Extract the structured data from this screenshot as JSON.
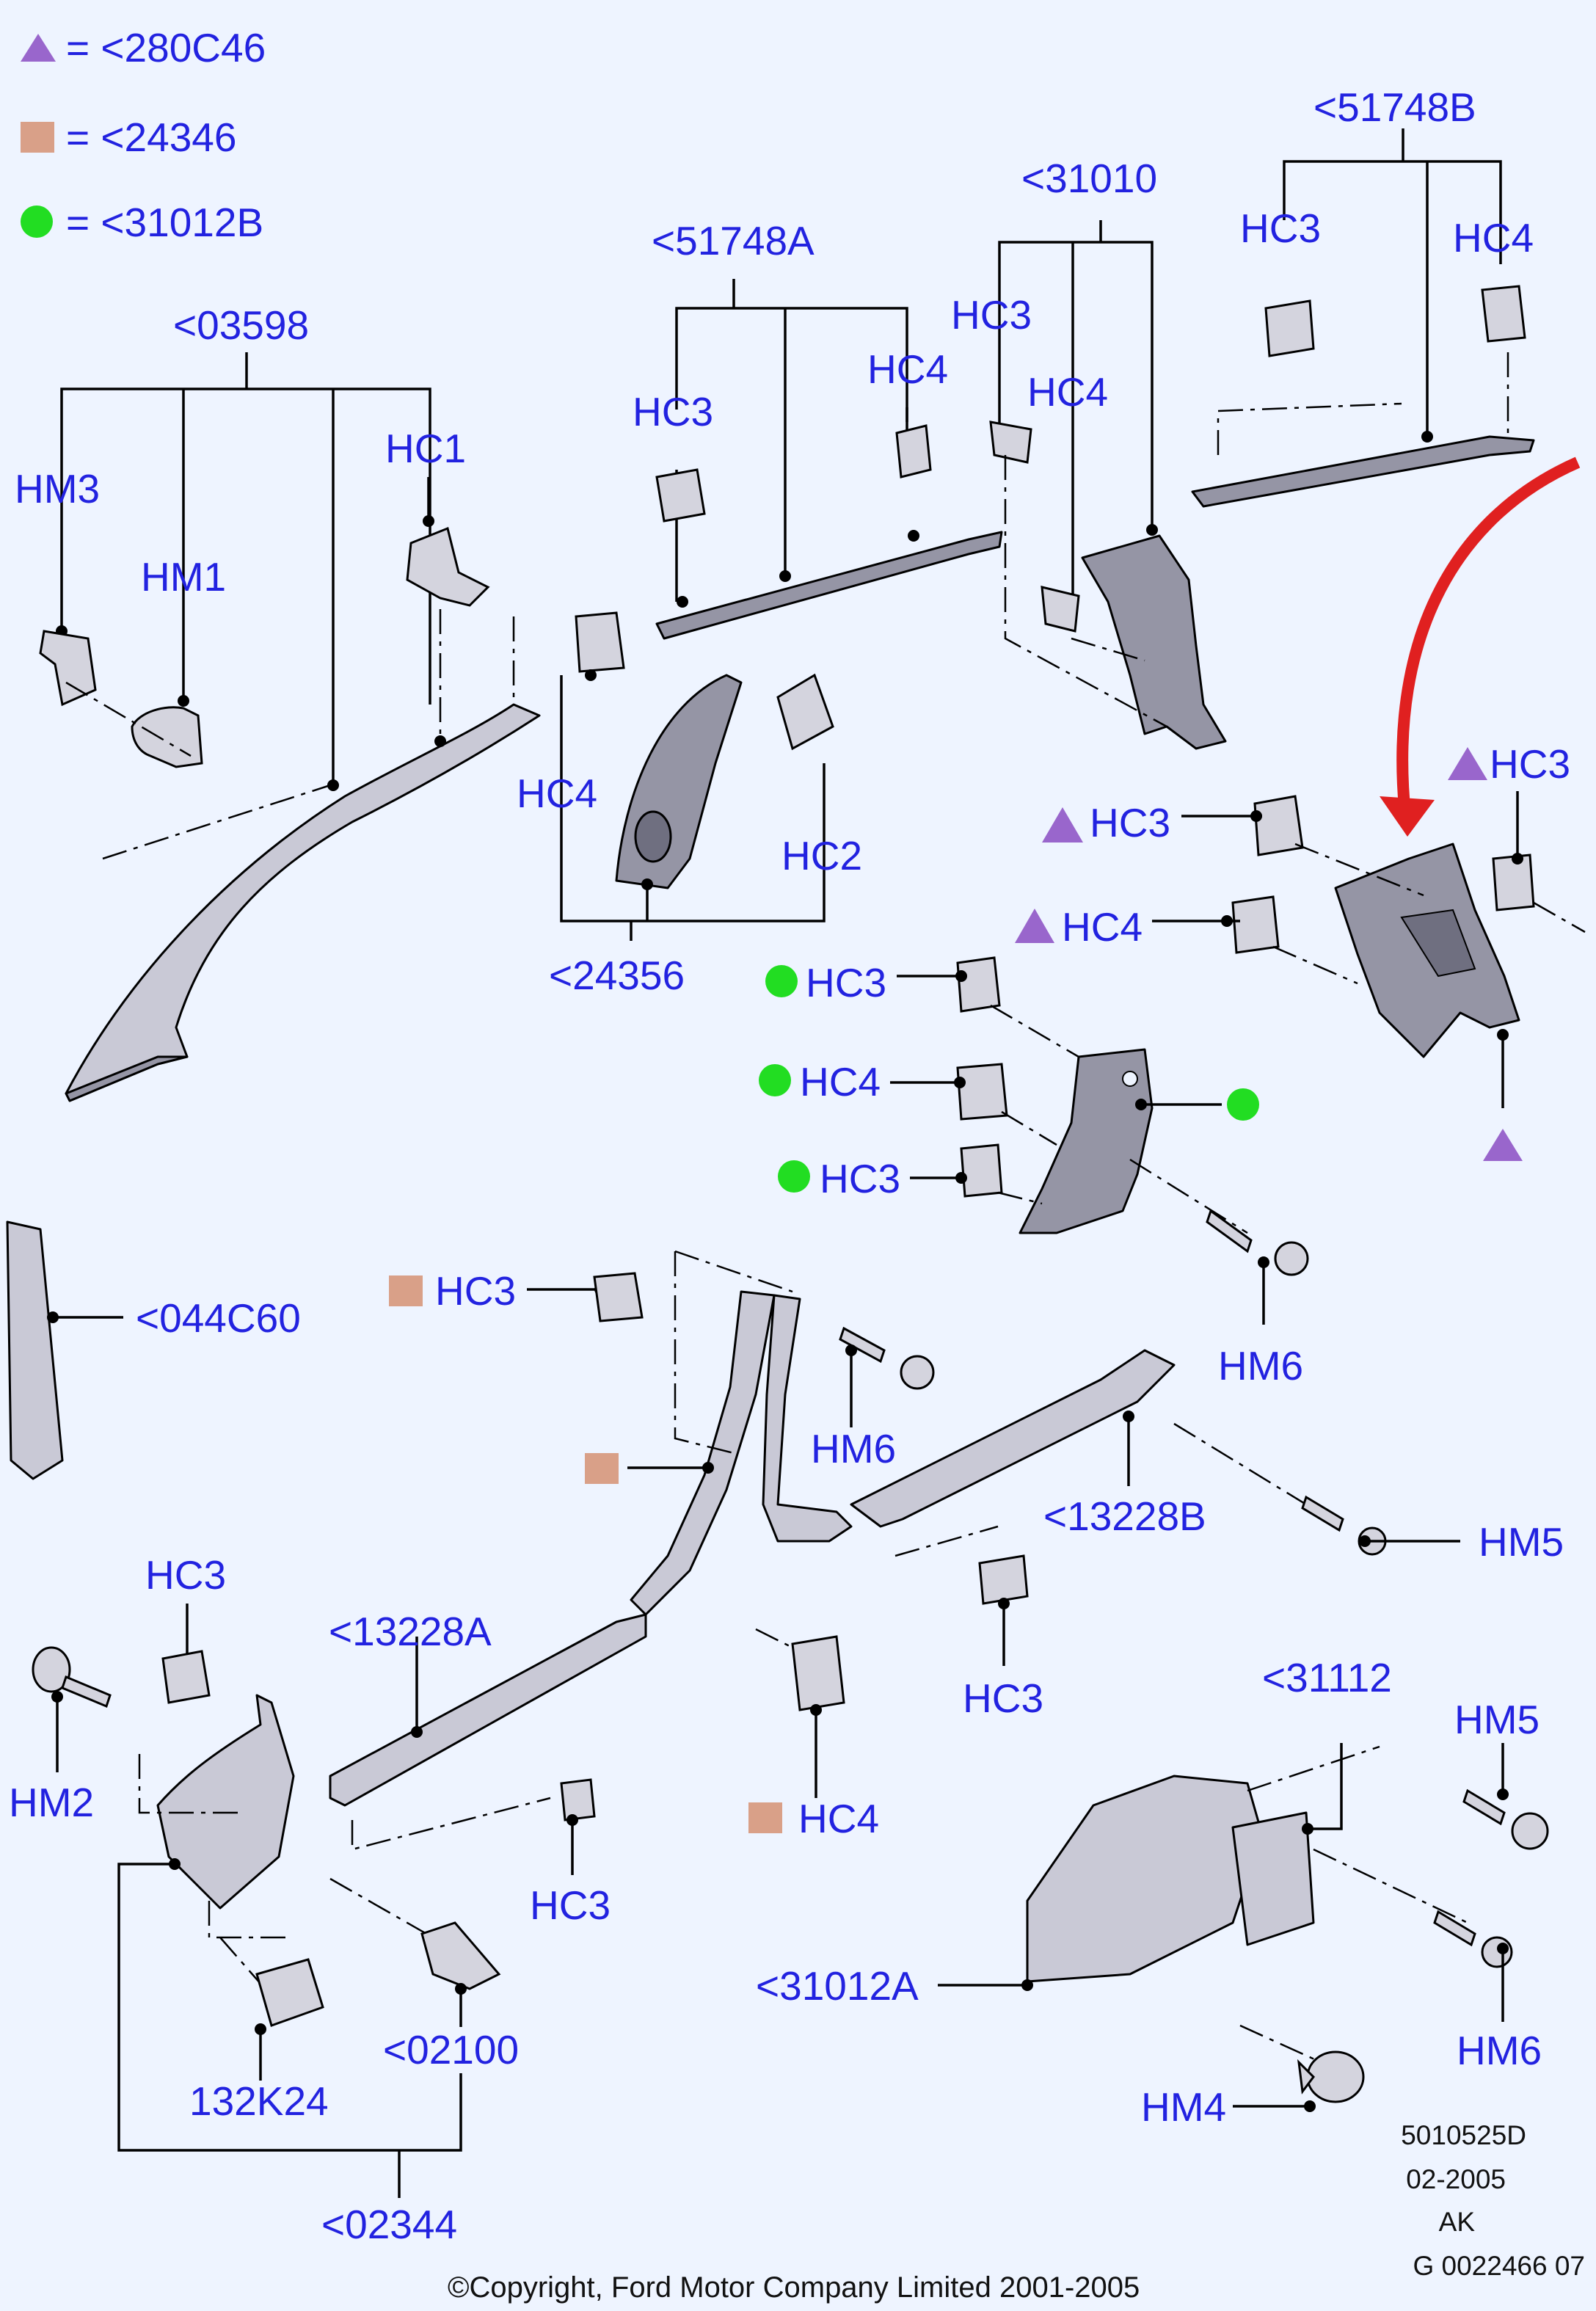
{
  "legend": [
    {
      "symbol": "triangle",
      "color": "#9966cc",
      "text": "= <280C46"
    },
    {
      "symbol": "square",
      "color": "#d9a088",
      "text": "= <24346"
    },
    {
      "symbol": "circle",
      "color": "#22dd22",
      "text": "= <31012B"
    }
  ],
  "colors": {
    "label": "#2222e0",
    "background": "#eef4ff",
    "arrow": "#e02020",
    "part": "#9595a5"
  },
  "labels": {
    "p03598": "<03598",
    "hm3": "HM3",
    "hm1": "HM1",
    "hc1": "HC1",
    "p51748a": "<51748A",
    "hc3_a": "HC3",
    "hc4_a": "HC4",
    "p31010": "<31010",
    "hc3_b": "HC3",
    "hc4_b": "HC4",
    "p51748b": "<51748B",
    "hc3_c": "HC3",
    "hc4_c": "HC4",
    "hc4_d": "HC4",
    "hc2": "HC2",
    "p24356": "<24356",
    "hc3_tri1": "HC3",
    "hc3_tri2": "HC3",
    "hc4_tri": "HC4",
    "hc3_g1": "HC3",
    "hc4_g": "HC4",
    "hc3_g2": "HC3",
    "p044c60": "<044C60",
    "hc3_sq": "HC3",
    "hm6_a": "HM6",
    "hm6_b": "HM6",
    "p13228b": "<13228B",
    "hm5_a": "HM5",
    "hc3_e": "HC3",
    "p13228a": "<13228A",
    "hc3_f": "HC3",
    "hm2": "HM2",
    "hc3_h": "HC3",
    "hc4_sq": "HC4",
    "p31112": "<31112",
    "hm5_b": "HM5",
    "p31012a": "<31012A",
    "hm6_c": "HM6",
    "hm4": "HM4",
    "p02100": "<02100",
    "p132k24": "132K24",
    "p02344": "<02344"
  },
  "meta": {
    "code": "5010525D",
    "date": "02-2005",
    "initials": "AK",
    "ref": "G 0022466 07"
  },
  "copyright": "©Copyright, Ford Motor Company Limited 2001-2005"
}
